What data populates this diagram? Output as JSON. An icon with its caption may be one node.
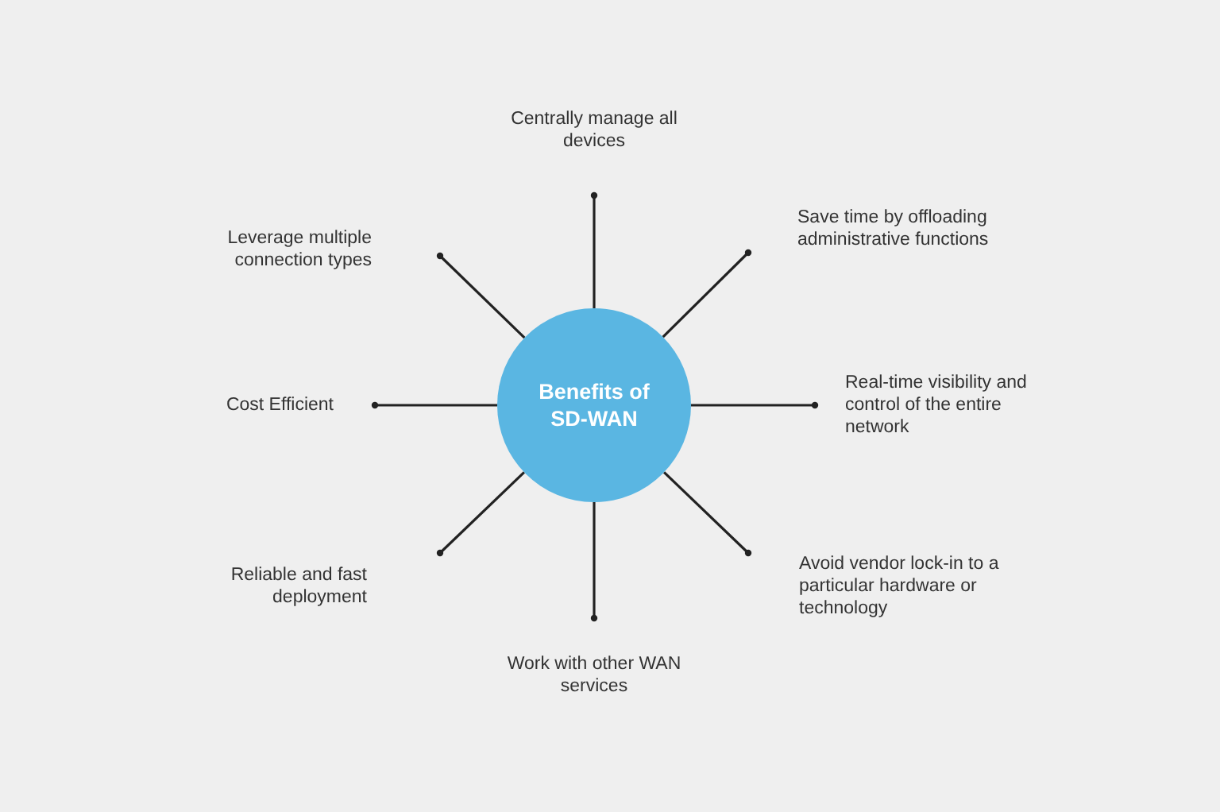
{
  "diagram": {
    "nodes": [
      {
        "text": [
          "Benefits of SD-WAN"
        ]
      },
      {
        "text": [
          "Centrally manage all devices"
        ]
      },
      {
        "text": [
          "Save time by offloading administrative functions"
        ]
      },
      {
        "text": [
          "Leverage multiple connection types"
        ]
      },
      {
        "text": [
          "Real-time visibility and control of the entire network"
        ]
      },
      {
        "text": [
          "Cost Efficient"
        ]
      },
      {
        "text": [
          "Avoid vendor lock-in to a particular hardware or technology"
        ]
      },
      {
        "text": [
          "Reliable and fast deployment"
        ]
      },
      {
        "text": [
          "Work with other WAN services"
        ]
      }
    ],
    "edges": [
      {
        "from": 0,
        "to": 1,
        "arrow": "other"
      },
      {
        "from": 0,
        "to": 2,
        "arrow": "other"
      },
      {
        "from": 0,
        "to": 3,
        "arrow": "other"
      },
      {
        "from": 0,
        "to": 4,
        "arrow": "other"
      },
      {
        "from": 0,
        "to": 5,
        "arrow": "other"
      },
      {
        "from": 0,
        "to": 6,
        "arrow": "other"
      },
      {
        "from": 0,
        "to": 7,
        "arrow": "other"
      },
      {
        "from": 0,
        "to": 8,
        "arrow": "other"
      }
    ]
  }
}
